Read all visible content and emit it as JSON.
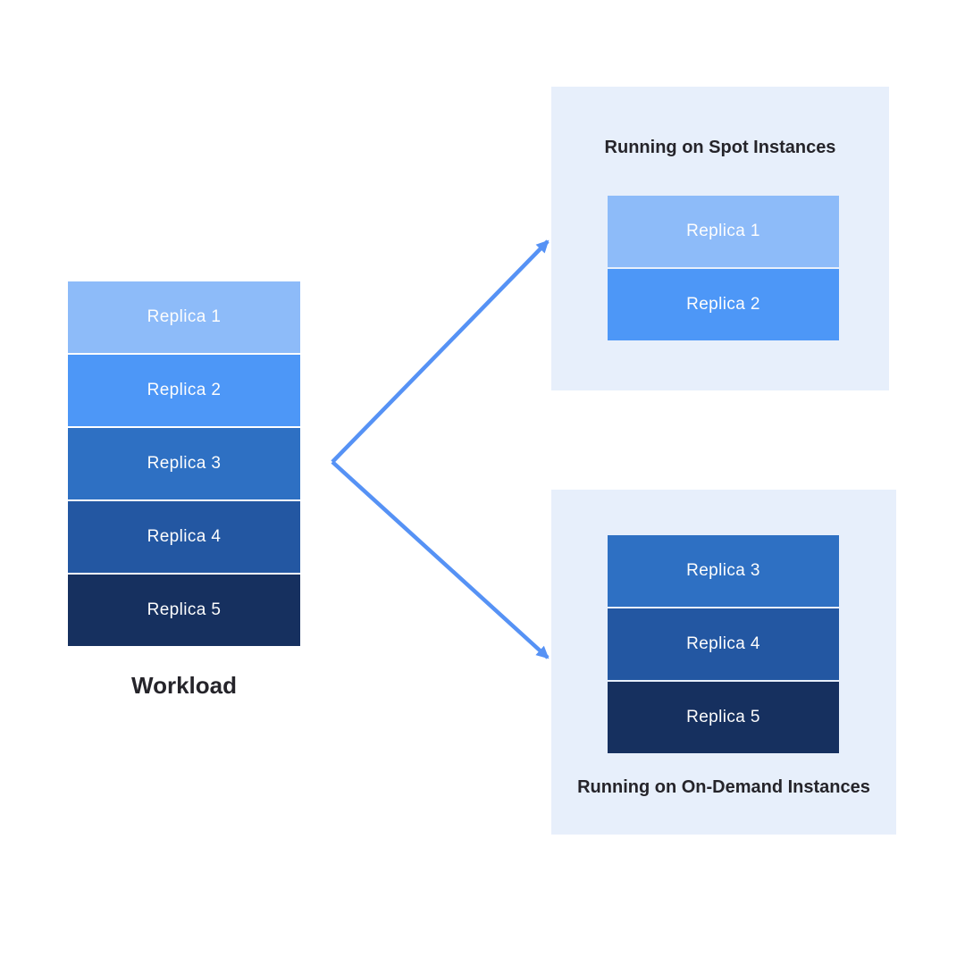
{
  "workload": {
    "label": "Workload",
    "replicas": [
      {
        "label": "Replica 1"
      },
      {
        "label": "Replica 2"
      },
      {
        "label": "Replica 3"
      },
      {
        "label": "Replica 4"
      },
      {
        "label": "Replica 5"
      }
    ]
  },
  "spot_panel": {
    "title": "Running on Spot Instances"
  },
  "on_demand_panel": {
    "title": "Running on On-Demand Instances"
  },
  "colors": {
    "replica1": "#8DBBF9",
    "replica2": "#4D97F7",
    "replica3": "#2E70C3",
    "replica4": "#2357A2",
    "replica5": "#16305F",
    "panel_bg": "#E7EFFB",
    "arrow": "#5692F5",
    "heading_text": "#25242A",
    "replica_text": "#FDFDFD"
  }
}
